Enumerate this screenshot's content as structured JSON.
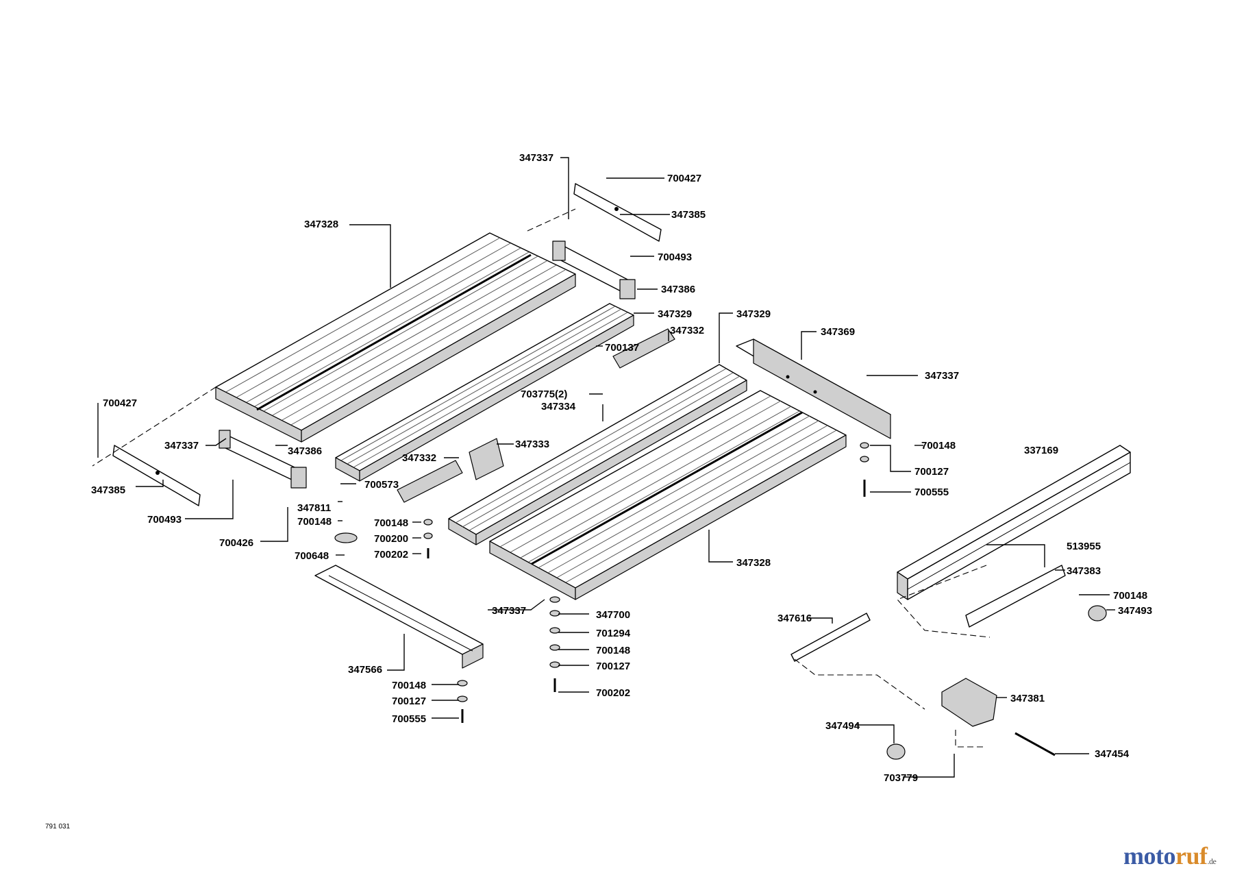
{
  "drawing_number": "791 031",
  "watermark": {
    "letters": [
      {
        "ch": "m",
        "color": "#3b5ba5"
      },
      {
        "ch": "o",
        "color": "#3b5ba5"
      },
      {
        "ch": "t",
        "color": "#3b5ba5"
      },
      {
        "ch": "o",
        "color": "#3b5ba5"
      },
      {
        "ch": "r",
        "color": "#d98b2b"
      },
      {
        "ch": "u",
        "color": "#d98b2b"
      },
      {
        "ch": "f",
        "color": "#d98b2b"
      }
    ],
    "suffix": ".de"
  },
  "labels": [
    {
      "id": "lbl-347337-top",
      "text": "347337"
    },
    {
      "id": "lbl-700427-top",
      "text": "700427"
    },
    {
      "id": "lbl-347385-top",
      "text": "347385"
    },
    {
      "id": "lbl-347328-top",
      "text": "347328"
    },
    {
      "id": "lbl-700493-top",
      "text": "700493"
    },
    {
      "id": "lbl-347386-top",
      "text": "347386"
    },
    {
      "id": "lbl-347329-left",
      "text": "347329"
    },
    {
      "id": "lbl-347329-right",
      "text": "347329"
    },
    {
      "id": "lbl-347332-top",
      "text": "347332"
    },
    {
      "id": "lbl-700137",
      "text": "700137"
    },
    {
      "id": "lbl-347369",
      "text": "347369"
    },
    {
      "id": "lbl-703775",
      "text": "703775(2)"
    },
    {
      "id": "lbl-347334",
      "text": "347334"
    },
    {
      "id": "lbl-347337-right",
      "text": "347337"
    },
    {
      "id": "lbl-700427-left",
      "text": "700427"
    },
    {
      "id": "lbl-347337-left",
      "text": "347337"
    },
    {
      "id": "lbl-347386-left",
      "text": "347386"
    },
    {
      "id": "lbl-347333",
      "text": "347333"
    },
    {
      "id": "lbl-347332-mid",
      "text": "347332"
    },
    {
      "id": "lbl-700148-right",
      "text": "700148"
    },
    {
      "id": "lbl-337169",
      "text": "337169"
    },
    {
      "id": "lbl-700127-right",
      "text": "700127"
    },
    {
      "id": "lbl-347385-left",
      "text": "347385"
    },
    {
      "id": "lbl-700573",
      "text": "700573"
    },
    {
      "id": "lbl-700555-right",
      "text": "700555"
    },
    {
      "id": "lbl-347811",
      "text": "347811"
    },
    {
      "id": "lbl-700148-left",
      "text": "700148"
    },
    {
      "id": "lbl-700493-left",
      "text": "700493"
    },
    {
      "id": "lbl-700148-mid",
      "text": "700148"
    },
    {
      "id": "lbl-700200",
      "text": "700200"
    },
    {
      "id": "lbl-700426",
      "text": "700426"
    },
    {
      "id": "lbl-513955",
      "text": "513955"
    },
    {
      "id": "lbl-700648",
      "text": "700648"
    },
    {
      "id": "lbl-700202-mid",
      "text": "700202"
    },
    {
      "id": "lbl-347328-bottom",
      "text": "347328"
    },
    {
      "id": "lbl-347383",
      "text": "347383"
    },
    {
      "id": "lbl-700148-far",
      "text": "700148"
    },
    {
      "id": "lbl-347337-bottom",
      "text": "347337"
    },
    {
      "id": "lbl-347700",
      "text": "347700"
    },
    {
      "id": "lbl-347493",
      "text": "347493"
    },
    {
      "id": "lbl-347616",
      "text": "347616"
    },
    {
      "id": "lbl-701294",
      "text": "701294"
    },
    {
      "id": "lbl-700148-stack",
      "text": "700148"
    },
    {
      "id": "lbl-347566",
      "text": "347566"
    },
    {
      "id": "lbl-700127-stack",
      "text": "700127"
    },
    {
      "id": "lbl-700148-bottom",
      "text": "700148"
    },
    {
      "id": "lbl-700202-stack",
      "text": "700202"
    },
    {
      "id": "lbl-700127-bottom",
      "text": "700127"
    },
    {
      "id": "lbl-347381",
      "text": "347381"
    },
    {
      "id": "lbl-700555-bottom",
      "text": "700555"
    },
    {
      "id": "lbl-347494",
      "text": "347494"
    },
    {
      "id": "lbl-347454",
      "text": "347454"
    },
    {
      "id": "lbl-703779",
      "text": "703779"
    }
  ]
}
